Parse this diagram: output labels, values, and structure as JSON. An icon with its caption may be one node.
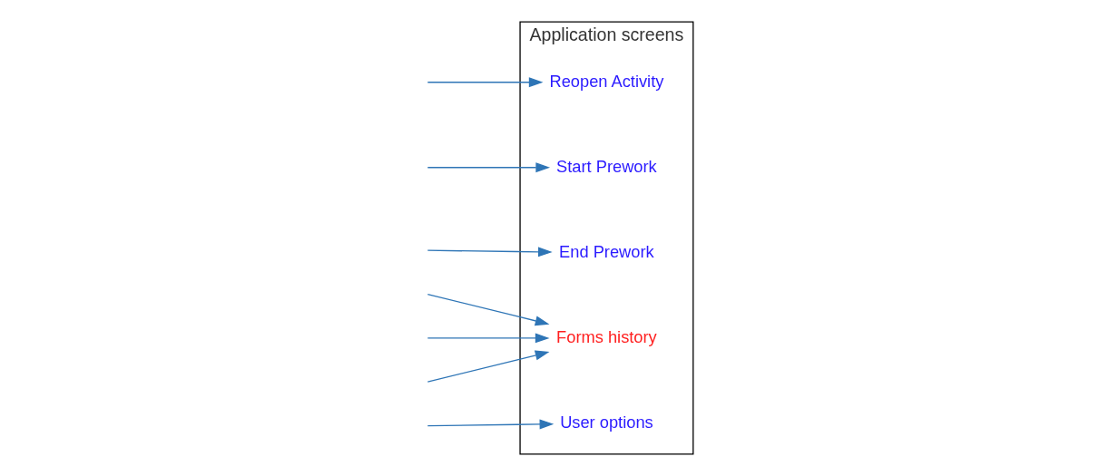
{
  "diagram": {
    "nodes": [
      {
        "text": [
          "Application screens"
        ]
      },
      {
        "text": [
          "Reopen Activity"
        ],
        "in": 0
      },
      {
        "text": [
          "Start Prework"
        ],
        "in": 0
      },
      {
        "text": [
          "End Prework"
        ],
        "in": 0
      },
      {
        "text": [
          "Forms history"
        ],
        "in": 0
      },
      {
        "text": [
          "User options"
        ],
        "in": 0
      }
    ],
    "edges": [
      {
        "from": null,
        "to": 1,
        "arrow": "to"
      },
      {
        "from": null,
        "to": 2,
        "arrow": "to"
      },
      {
        "from": null,
        "to": 3,
        "arrow": "to"
      },
      {
        "from": null,
        "to": 4,
        "arrow": "to"
      },
      {
        "from": null,
        "to": 4,
        "arrow": "to"
      },
      {
        "from": null,
        "to": 4,
        "arrow": "to"
      },
      {
        "from": null,
        "to": 5,
        "arrow": "to"
      }
    ]
  }
}
